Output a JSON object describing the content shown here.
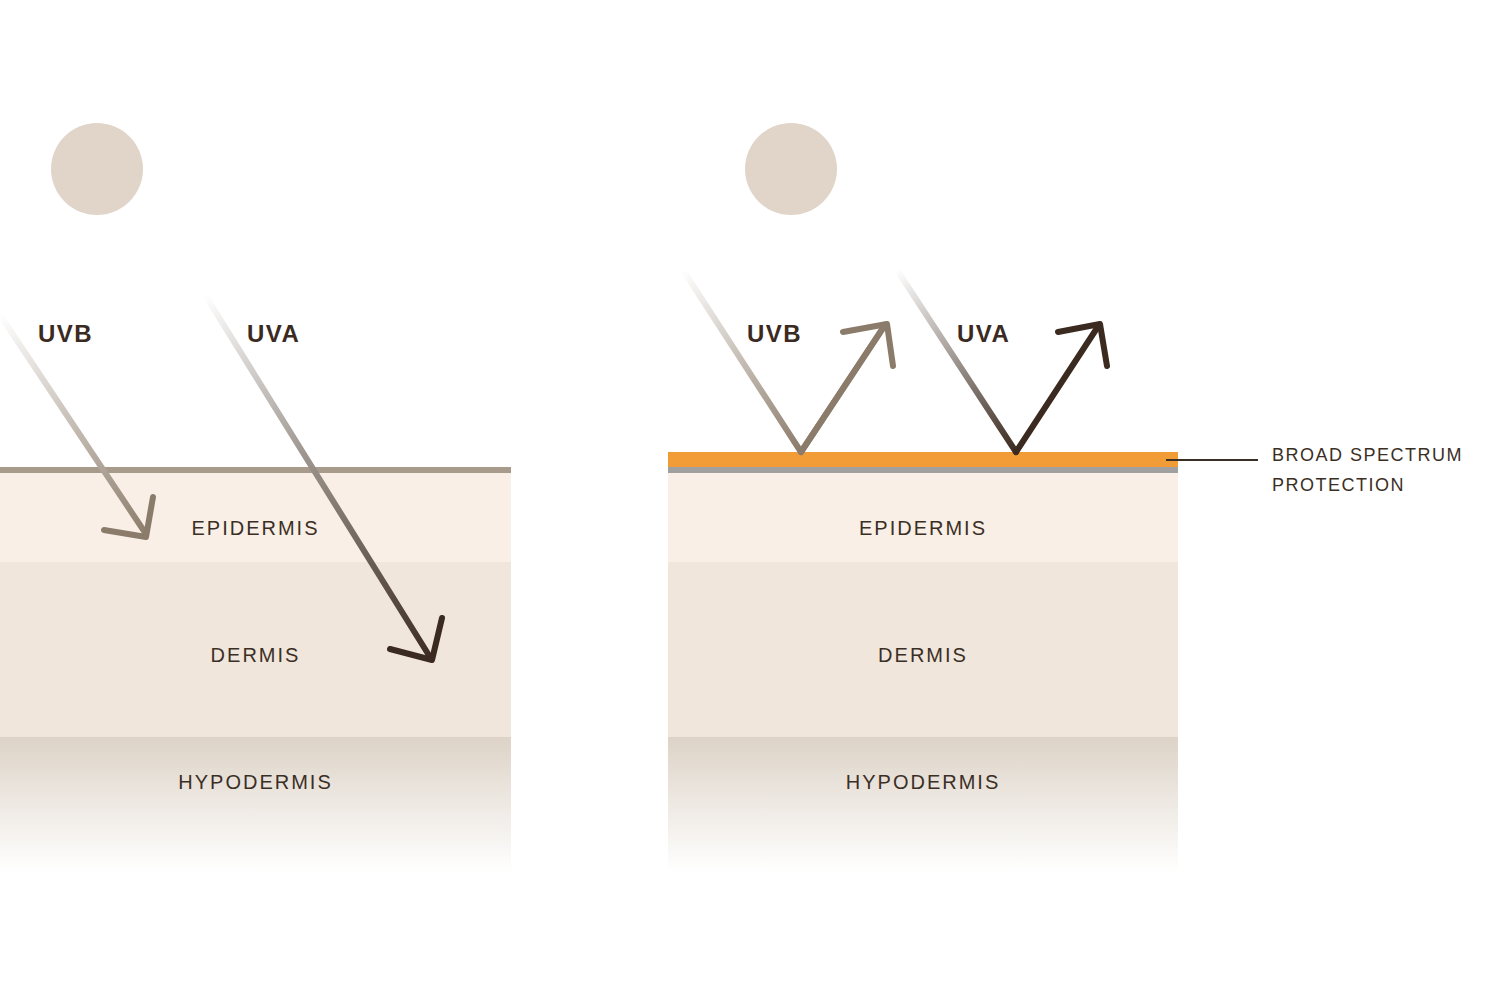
{
  "diagram": {
    "nodes": [
      {
        "text": [
          "EPIDERMIS"
        ]
      },
      {
        "text": [
          "DERMIS"
        ]
      },
      {
        "text": [
          "HYPODERMIS"
        ]
      },
      {
        "text": [
          "EPIDERMIS"
        ]
      },
      {
        "text": [
          "DERMIS"
        ]
      },
      {
        "text": [
          "HYPODERMIS"
        ]
      }
    ],
    "labels": [
      "UVB",
      "UVA",
      "UVB",
      "UVA",
      "BROAD SPECTRUM PROTECTION"
    ]
  }
}
